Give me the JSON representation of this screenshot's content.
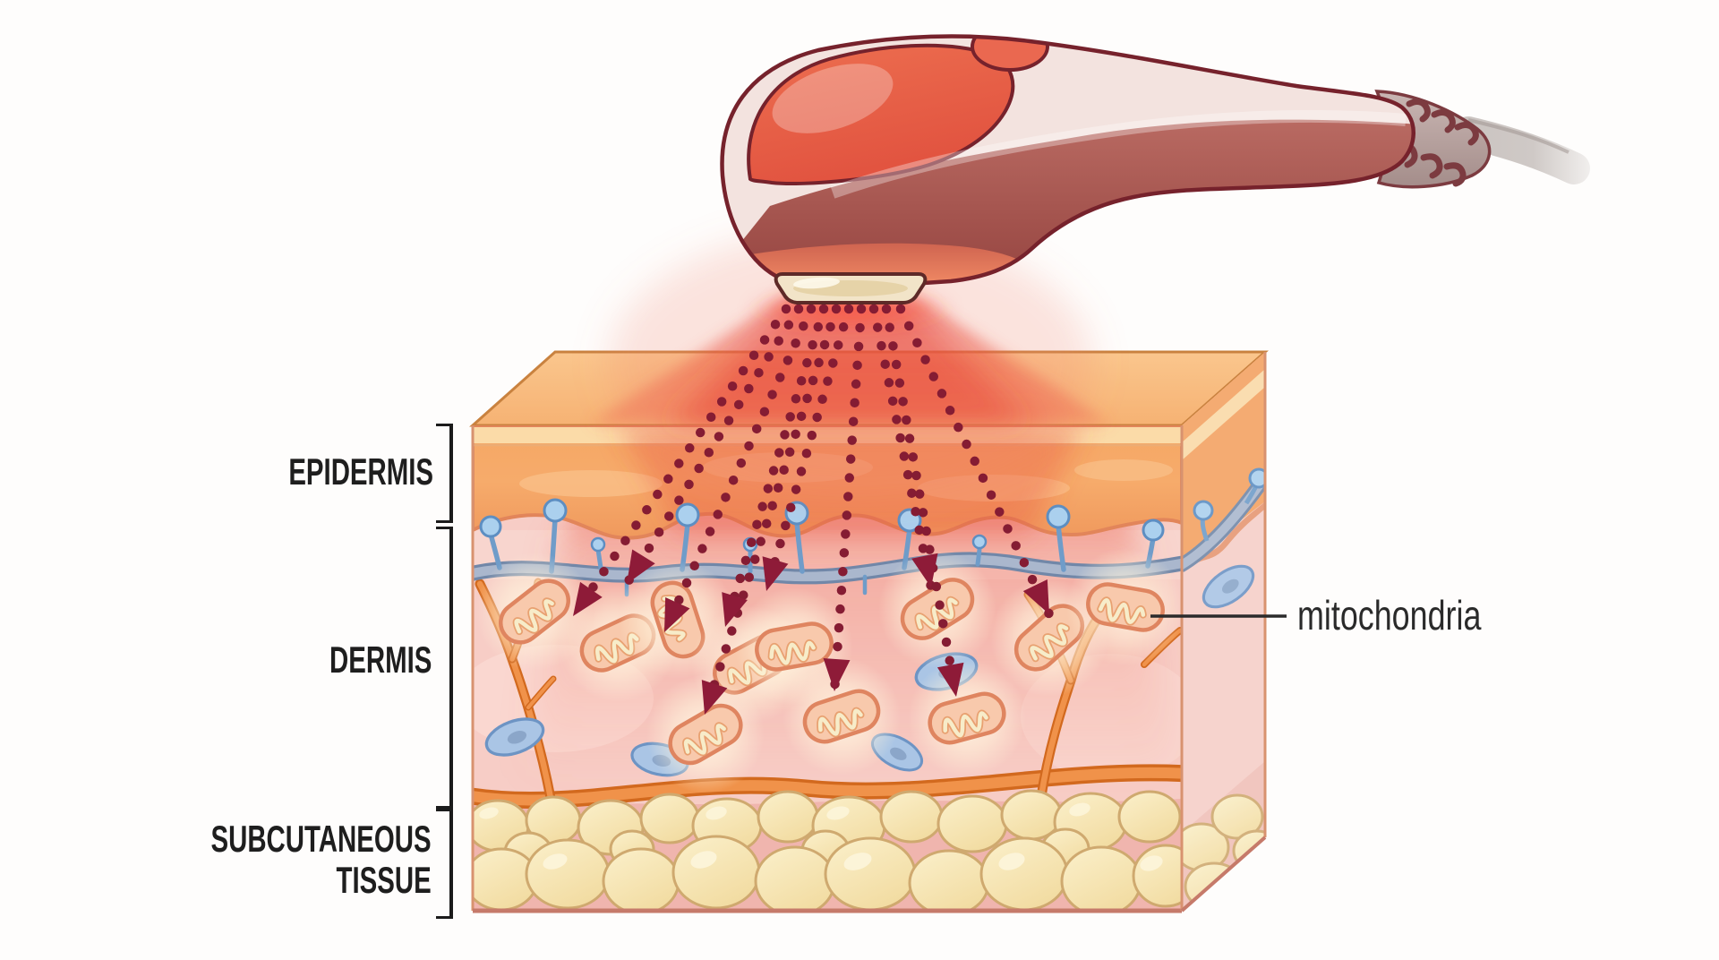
{
  "labels": {
    "epidermis": "EPIDERMIS",
    "dermis": "DERMIS",
    "subcutaneous_line1": "SUBCUTANEOUS",
    "subcutaneous_line2": "TISSUE",
    "mitochondria": "mitochondria"
  },
  "colors": {
    "epidermis_orange": "#f5a766",
    "epidermis_pale_band": "#fbe0ae",
    "dermis_pink": "#f7cdc6",
    "subcutaneous_pink": "#f0b5ae",
    "fat_globule": "#f8e7b8",
    "fat_outline": "#cfa96f",
    "beam_red": "#e8554a",
    "ray_dot": "#851c33",
    "arrowhead": "#8e1b38",
    "mitochondrion_fill": "#f8c9ac",
    "mitochondrion_outline": "#df8560",
    "cristae_cream": "#f7ecc9",
    "nerve_gray_blue": "#aab7cd",
    "capillary_blue": "#abd0ee",
    "vessel_orange": "#ef9149",
    "cell_blue": "#aac5e5",
    "device_cream": "#f3e3df",
    "device_red_panel": "#e8604a",
    "device_dark_band": "#a9544f",
    "device_outline": "#76222c",
    "emitter_cream": "#f2e4c8",
    "cable_gray": "#cbc4c1",
    "label_text": "#1e1e1e"
  }
}
